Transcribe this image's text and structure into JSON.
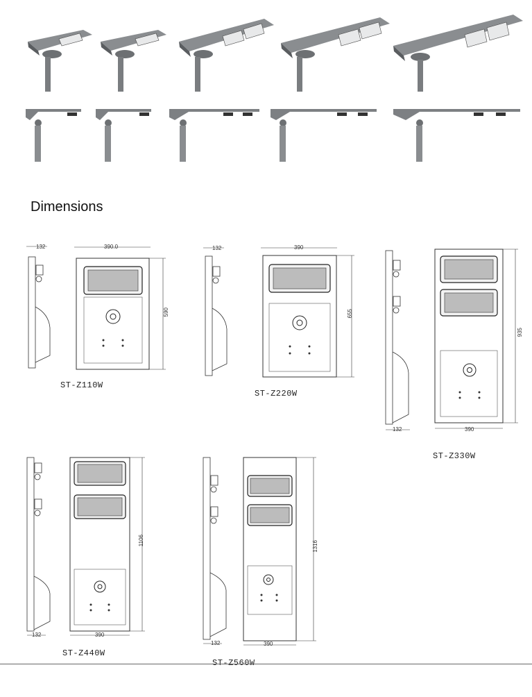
{
  "section_title": "Dimensions",
  "models": [
    {
      "name": "ST-Z110W",
      "side_depth": "132",
      "width": "390.0",
      "height": "590"
    },
    {
      "name": "ST-Z220W",
      "side_depth": "132",
      "width": "390",
      "height": "655"
    },
    {
      "name": "ST-Z330W",
      "side_depth": "132",
      "width": "390",
      "height": "935"
    },
    {
      "name": "ST-Z440W",
      "side_depth": "132",
      "width": "390",
      "height": "1106"
    },
    {
      "name": "ST-Z560W",
      "side_depth": "132",
      "width": "390",
      "height": "1316"
    }
  ]
}
